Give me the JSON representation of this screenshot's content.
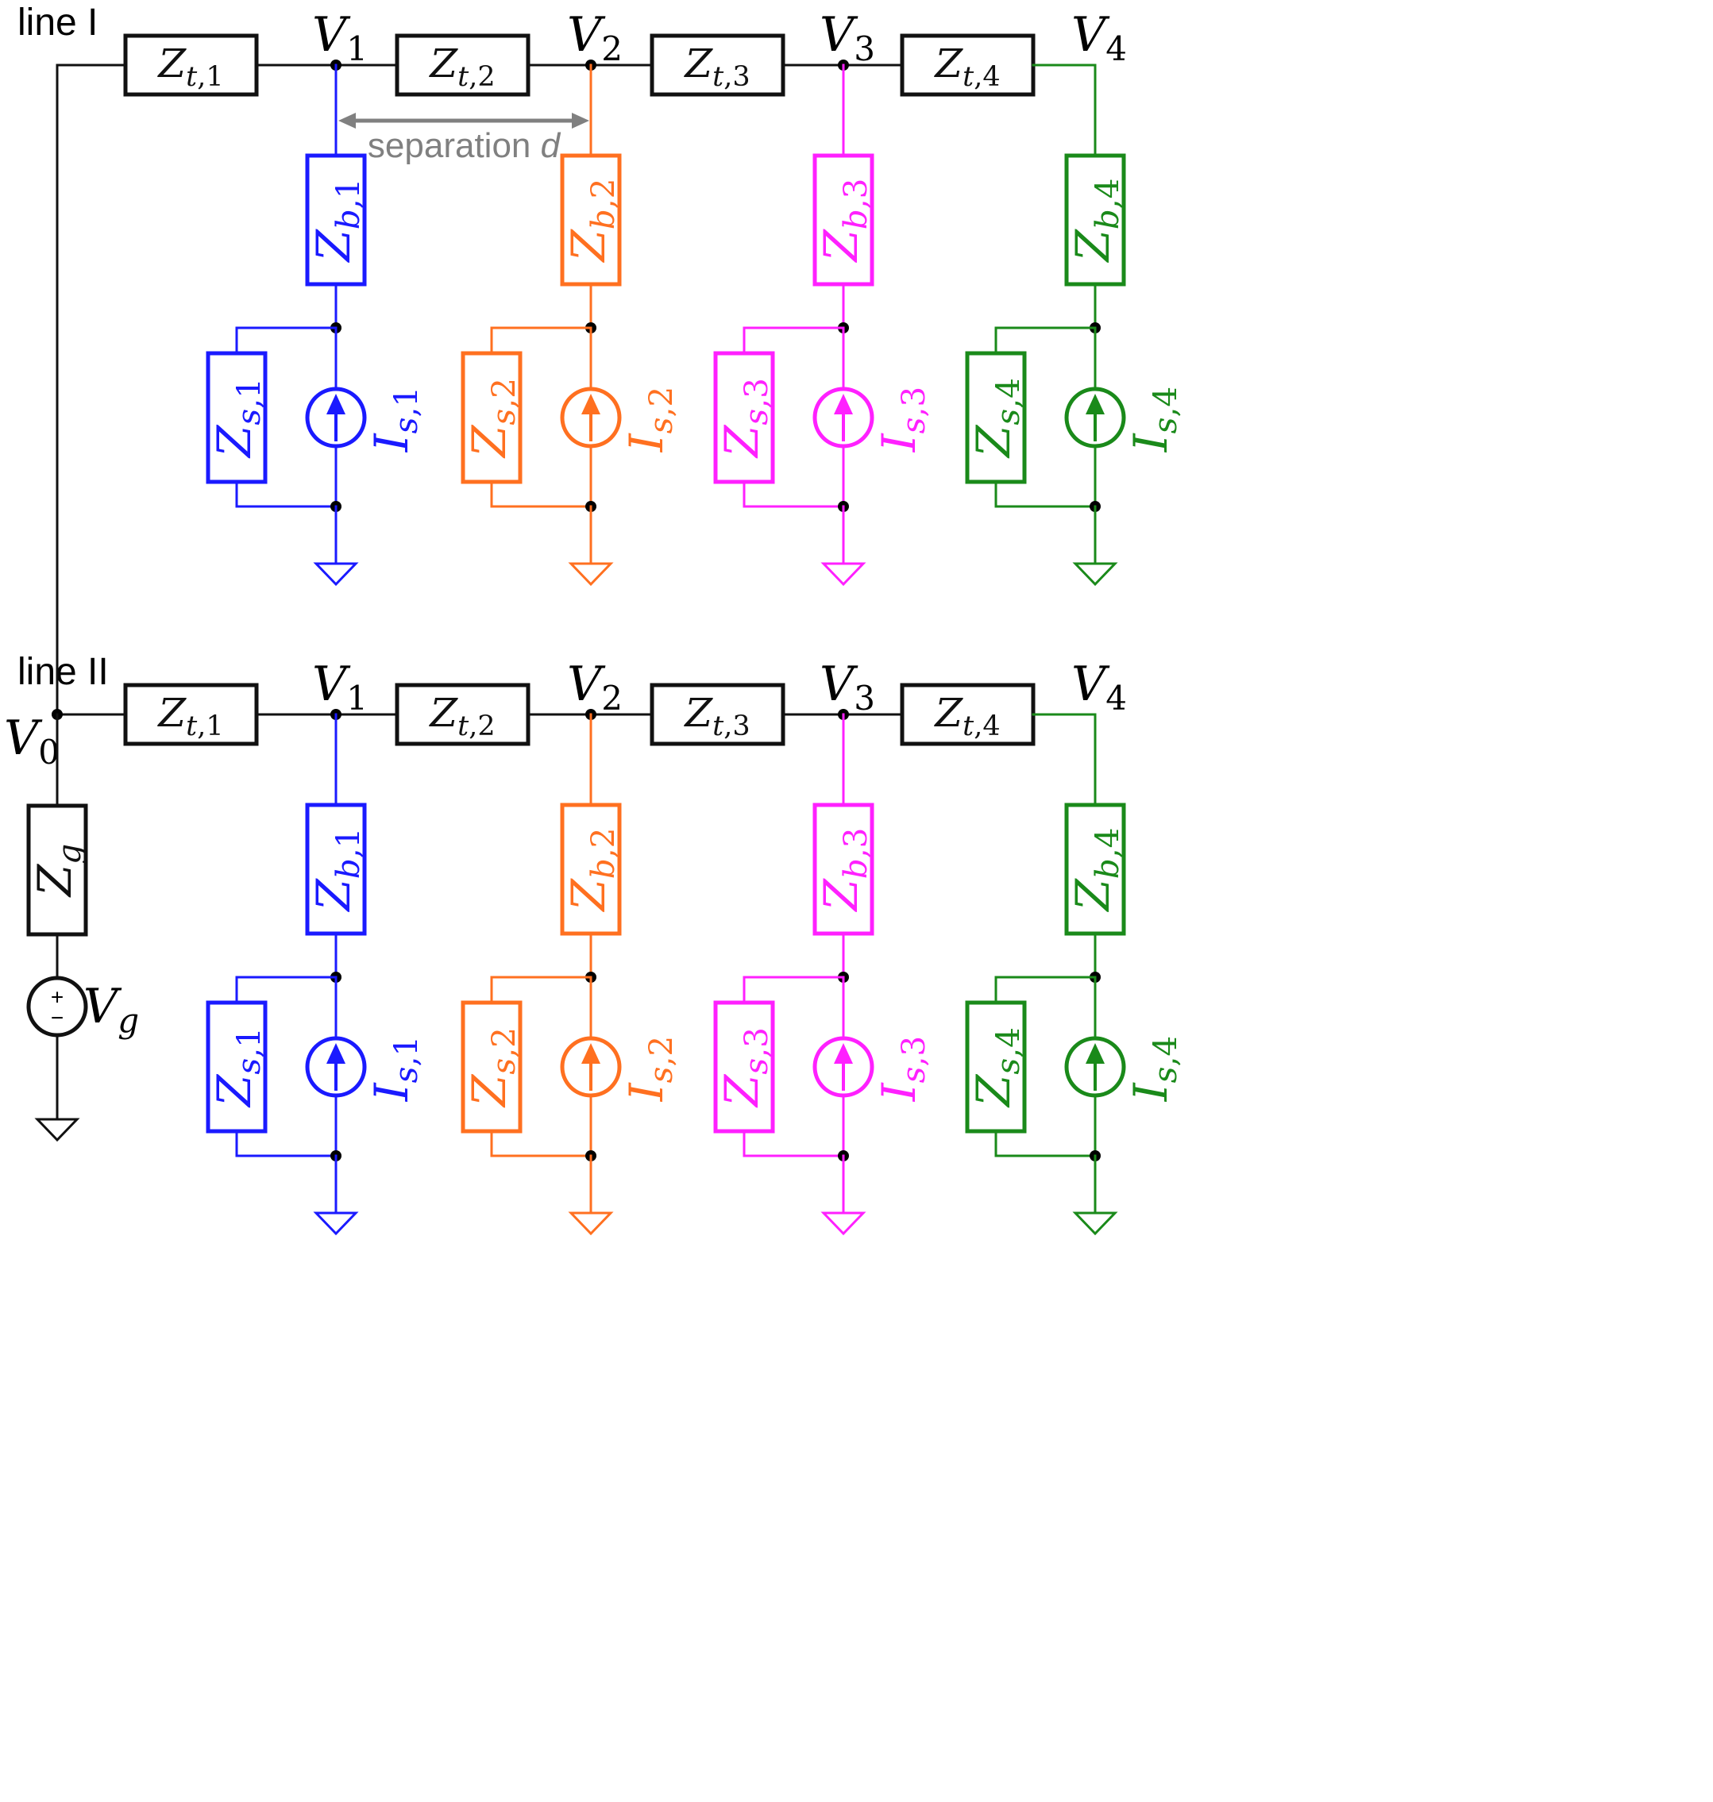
{
  "lines": [
    {
      "label": "line I"
    },
    {
      "label": "line II"
    }
  ],
  "node_voltage": {
    "main": "V",
    "subs": [
      "0",
      "1",
      "2",
      "3",
      "4"
    ]
  },
  "trunk_impedance": {
    "main": "Z",
    "sub": "t",
    "index_labels": [
      "1",
      "2",
      "3",
      "4"
    ]
  },
  "branch_impedance": {
    "main": "Z",
    "sub": "b"
  },
  "shunt_impedance": {
    "main": "Z",
    "sub": "s"
  },
  "source_current": {
    "main": "I",
    "sub": "s"
  },
  "generator": {
    "impedance_main": "Z",
    "impedance_sub": "g",
    "voltage_main": "V",
    "voltage_sub": "g",
    "plus": "+",
    "minus": "−"
  },
  "separation": {
    "text": "separation ",
    "symbol": "d"
  },
  "branches": [
    {
      "index": "1",
      "color": "#1a1aff"
    },
    {
      "index": "2",
      "color": "#ff7020"
    },
    {
      "index": "3",
      "color": "#ff20ff"
    },
    {
      "index": "4",
      "color": "#1a8a1a"
    }
  ],
  "colors": {
    "trunk": "#111111",
    "separation": "#808080"
  }
}
